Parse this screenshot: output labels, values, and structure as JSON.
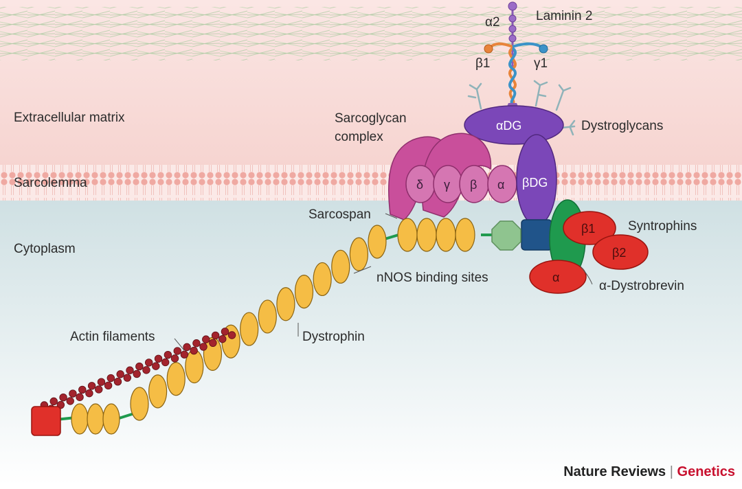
{
  "diagram": {
    "regions": {
      "ecm": "Extracellular matrix",
      "sarcolemma": "Sarcolemma",
      "cytoplasm": "Cytoplasm"
    },
    "laminin": {
      "label": "Laminin 2",
      "a2": "α2",
      "b1": "β1",
      "g1": "γ1"
    },
    "dystroglycans": {
      "label": "Dystroglycans",
      "alpha": "αDG",
      "beta": "βDG"
    },
    "sarcoglycan": {
      "label_line1": "Sarcoglycan",
      "label_line2": "complex",
      "delta": "δ",
      "gamma": "γ",
      "beta": "β",
      "alpha": "α"
    },
    "sarcospan": "Sarcospan",
    "syntrophins": {
      "label": "Syntrophins",
      "b1": "β1",
      "b2": "β2",
      "a": "α"
    },
    "dystrobrevin": "α-Dystrobrevin",
    "nnos": "nNOS binding sites",
    "dystrophin": "Dystrophin",
    "actin": "Actin filaments"
  },
  "credit": {
    "publisher": "Nature Reviews",
    "separator": "|",
    "journal": "Genetics"
  },
  "colors": {
    "dystrophin": "#f5bd45",
    "sarcoglycan": "#c94f9b",
    "dystroglycan": "#7b47b8",
    "syntrophin": "#e0302a",
    "dystrobrevin": "#1f9a4e",
    "actin": "#a3242d"
  }
}
